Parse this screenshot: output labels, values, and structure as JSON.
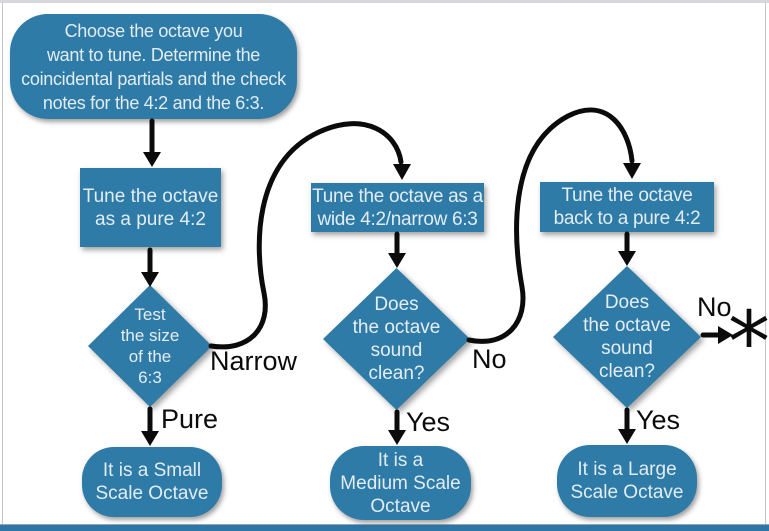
{
  "flowchart": {
    "title_hint": "Octave tuning decision flowchart",
    "colors": {
      "node_fill": "#2f7ba7",
      "node_text": "#e2ecf3",
      "connector": "#0b0b0b",
      "frame_bar": "#2e76a5"
    },
    "nodes": {
      "start": {
        "text": "Choose the octave you\nwant to tune. Determine the\ncoincidental partials and the check\nnotes for the 4:2 and the 6:3."
      },
      "process1": {
        "text": "Tune the octave\nas a pure 4:2"
      },
      "decision1": {
        "text": "Test\nthe size\nof the\n6:3"
      },
      "end_small": {
        "text": "It is a Small\nScale Octave"
      },
      "process2": {
        "text": "Tune the octave as a\nwide 4:2/narrow 6:3"
      },
      "decision2": {
        "text": "Does\nthe octave\nsound\nclean?"
      },
      "end_medium": {
        "text": "It is a\nMedium Scale\nOctave"
      },
      "process3": {
        "text": "Tune the octave\nback to a pure 4:2"
      },
      "decision3": {
        "text": "Does\nthe octave\nsound\nclean?"
      },
      "end_large": {
        "text": "It is a Large\nScale Octave"
      }
    },
    "edge_labels": {
      "narrow": "Narrow",
      "pure": "Pure",
      "no_medium": "No",
      "yes_medium": "Yes",
      "no_large": "No",
      "yes_large": "Yes",
      "footnote_marker": "*"
    }
  }
}
